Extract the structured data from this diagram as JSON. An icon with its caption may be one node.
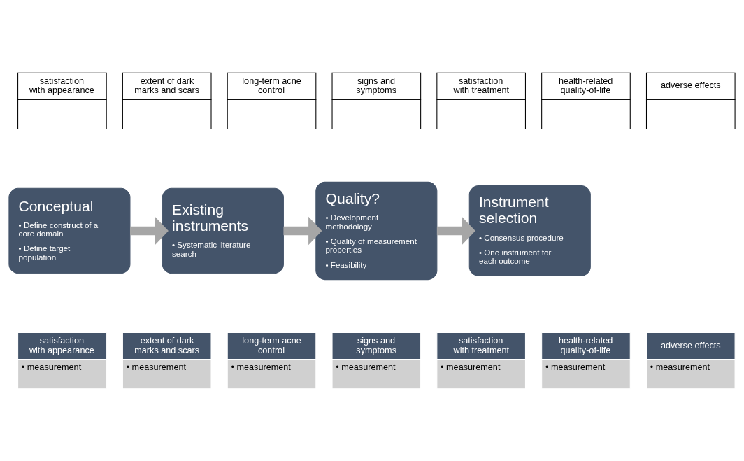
{
  "diagram": {
    "nodes": [
      {
        "text": [
          "satisfaction with appearance"
        ]
      },
      {
        "text": [
          "extent of dark marks and scars"
        ]
      },
      {
        "text": [
          "long-term acne control"
        ]
      },
      {
        "text": [
          "signs and symptoms"
        ]
      },
      {
        "text": [
          "satisfaction with treatment"
        ]
      },
      {
        "text": [
          "health-related quality-of-life"
        ]
      },
      {
        "text": [
          "adverse effects"
        ]
      },
      {
        "text": [
          "Conceptual",
          "• Define construct of a core domain",
          "• Define target population"
        ]
      },
      {
        "text": [
          "Existing instruments",
          "• Systematic literature search"
        ]
      },
      {
        "text": [
          "Quality?",
          "• Development methodology",
          "• Quality of measurement properties",
          "• Feasibility"
        ]
      },
      {
        "text": [
          "Instrument selection",
          "• Consensus procedure",
          "• One instrument for each outcome"
        ]
      },
      {
        "text": [
          "satisfaction with appearance",
          "• measurement"
        ]
      },
      {
        "text": [
          "extent of dark marks and scars",
          "• measurement"
        ]
      },
      {
        "text": [
          "long-term acne control",
          "• measurement"
        ]
      },
      {
        "text": [
          "signs and symptoms",
          "• measurement"
        ]
      },
      {
        "text": [
          "satisfaction with treatment",
          "• measurement"
        ]
      },
      {
        "text": [
          "health-related quality-of-life",
          "• measurement"
        ]
      },
      {
        "text": [
          "adverse effects",
          "• measurement"
        ]
      }
    ],
    "edges": [
      {
        "from": 7,
        "to": 8,
        "arrow": "to"
      },
      {
        "from": 8,
        "to": 9,
        "arrow": "to"
      },
      {
        "from": 9,
        "to": 10,
        "arrow": "to"
      }
    ]
  }
}
